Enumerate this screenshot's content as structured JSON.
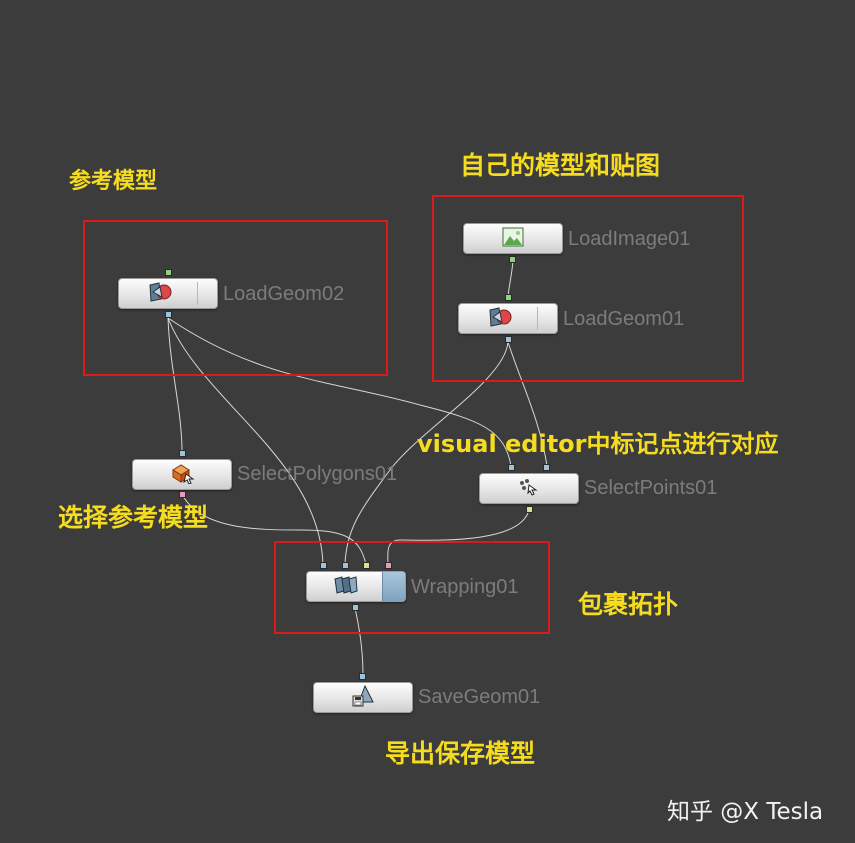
{
  "nodes": {
    "load_geom_02": {
      "label": "LoadGeom02",
      "icon": "geometry-icon"
    },
    "load_image_01": {
      "label": "LoadImage01",
      "icon": "image-icon"
    },
    "load_geom_01": {
      "label": "LoadGeom01",
      "icon": "geometry-icon"
    },
    "select_polygons_01": {
      "label": "SelectPolygons01",
      "icon": "select-polygons-icon"
    },
    "select_points_01": {
      "label": "SelectPoints01",
      "icon": "select-points-icon"
    },
    "wrapping_01": {
      "label": "Wrapping01",
      "icon": "wrapping-icon"
    },
    "save_geom_01": {
      "label": "SaveGeom01",
      "icon": "save-geometry-icon"
    }
  },
  "annotations": {
    "reference_model": "参考模型",
    "own_model_texture": "自己的模型和贴图",
    "visual_editor_note": "visual editor中标记点进行对应",
    "select_reference": "选择参考模型",
    "wrap_topology": "包裹拓扑",
    "export_model": "导出保存模型"
  },
  "watermark": "知乎 @X Tesla",
  "colors": {
    "background": "#3c3c3c",
    "annotation": "#f5dc1e",
    "frame": "#d81b1b",
    "node_label": "#7c7c7c",
    "port_geometry": "#9cc3dd",
    "port_image": "#8fd17c",
    "port_selection_polygons": "#e99cb8",
    "port_selection_points": "#d9e28f"
  }
}
